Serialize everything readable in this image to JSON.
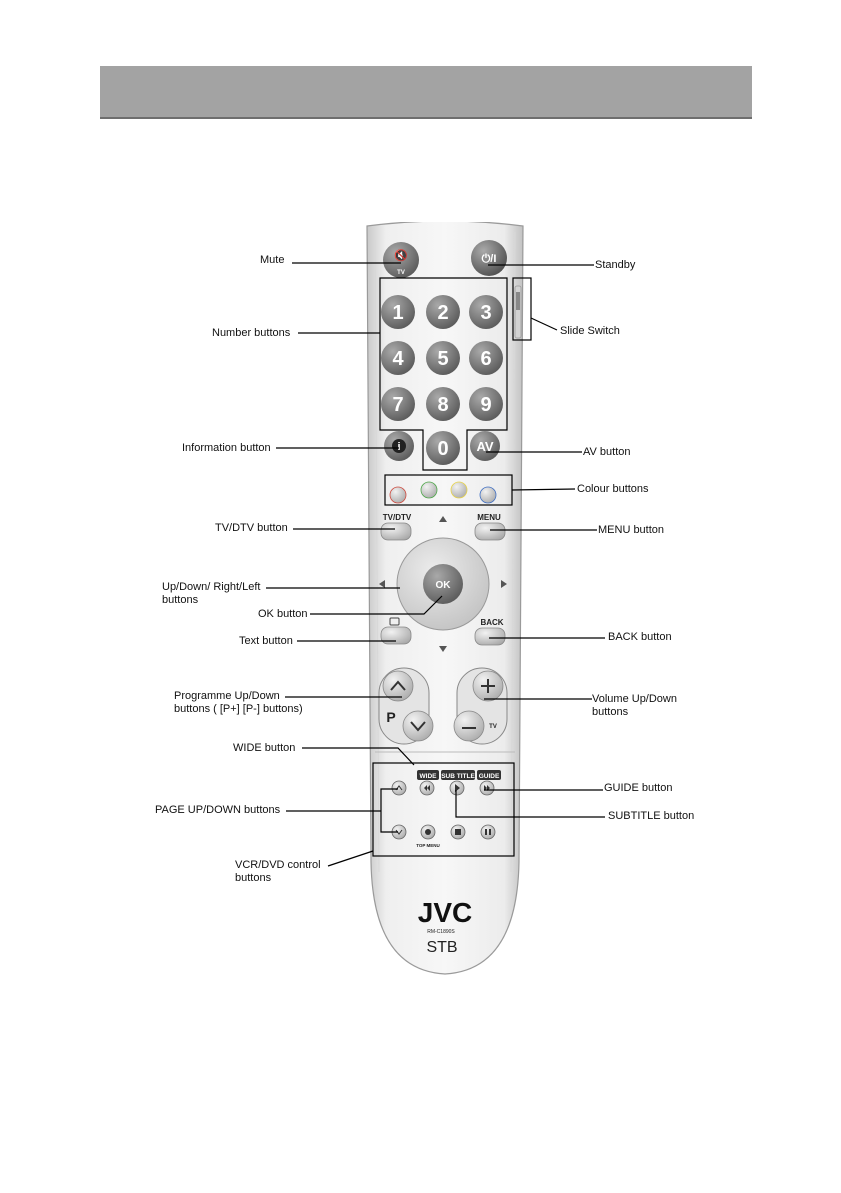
{
  "remote": {
    "brand": "JVC",
    "model": "RM-C1890S",
    "model_sub": "STB",
    "standby_label": "⏻/I",
    "mute_sub": "TV",
    "number_keys": [
      "1",
      "2",
      "3",
      "4",
      "5",
      "6",
      "7",
      "8",
      "9",
      "0"
    ],
    "info_label": "i",
    "av_label": "AV",
    "tvdtv_label": "TV/DTV",
    "menu_label": "MENU",
    "ok_label": "OK",
    "back_label": "BACK",
    "prog_letter": "P",
    "vol_sub": "TV",
    "wide_label": "WIDE",
    "subtitle_label": "SUB TITLE",
    "guide_label": "GUIDE",
    "top_menu_label": "TOP MENU",
    "colour_buttons": [
      "#cf4a3e",
      "#4fa84a",
      "#e8d44a",
      "#3f6fc4"
    ]
  },
  "labels": {
    "mute": "Mute",
    "standby": "Standby",
    "number_buttons": "Number buttons",
    "slide_switch": "Slide Switch",
    "information_button": "Information button",
    "av_button": "AV button",
    "colour_buttons": "Colour buttons",
    "tvdtv_button": "TV/DTV button",
    "menu_button": "MENU button",
    "updown_rightleft": "Up/Down/ Right/Left buttons",
    "ok_button": "OK button",
    "text_button": "Text button",
    "back_button": "BACK button",
    "programme_updown": "Programme Up/Down buttons ( [P+] [P-] buttons)",
    "volume_updown": "Volume Up/Down buttons",
    "wide_button": "WIDE button",
    "guide_button": "GUIDE button",
    "page_updown": "PAGE UP/DOWN buttons",
    "subtitle_button": "SUBTITLE button",
    "vcr_dvd_control": "VCR/DVD control buttons"
  }
}
